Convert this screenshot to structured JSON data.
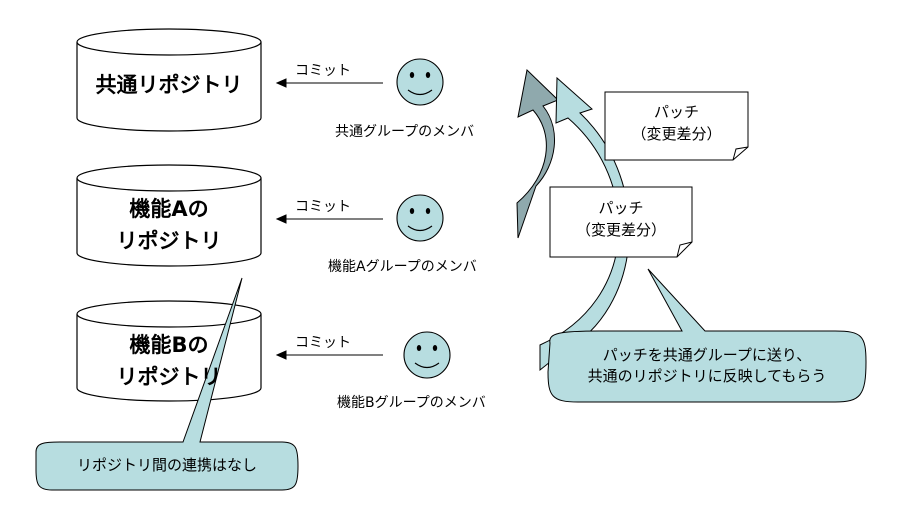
{
  "repositories": [
    {
      "title_lines": [
        "共通リポジトリ"
      ]
    },
    {
      "title_lines": [
        "機能Aの",
        "リポジトリ"
      ]
    },
    {
      "title_lines": [
        "機能Bの",
        "リポジトリ"
      ]
    }
  ],
  "members": [
    {
      "label": "共通グループのメンバ"
    },
    {
      "label": "機能Aグループのメンバ"
    },
    {
      "label": "機能Bグループのメンバ"
    }
  ],
  "commit_label": "コミット",
  "patches": [
    {
      "line1": "パッチ",
      "line2": "（変更差分）"
    },
    {
      "line1": "パッチ",
      "line2": "（変更差分）"
    }
  ],
  "callouts": {
    "send_patch": {
      "line1": "パッチを共通グループに送り、",
      "line2": "共通のリポジトリに反映してもらう"
    },
    "no_link": {
      "text": "リポジトリ間の連携はなし"
    }
  },
  "colors": {
    "accent_fill": "#b7dde0",
    "arrow_fill": "#8fa9ad",
    "stroke": "#000000"
  }
}
